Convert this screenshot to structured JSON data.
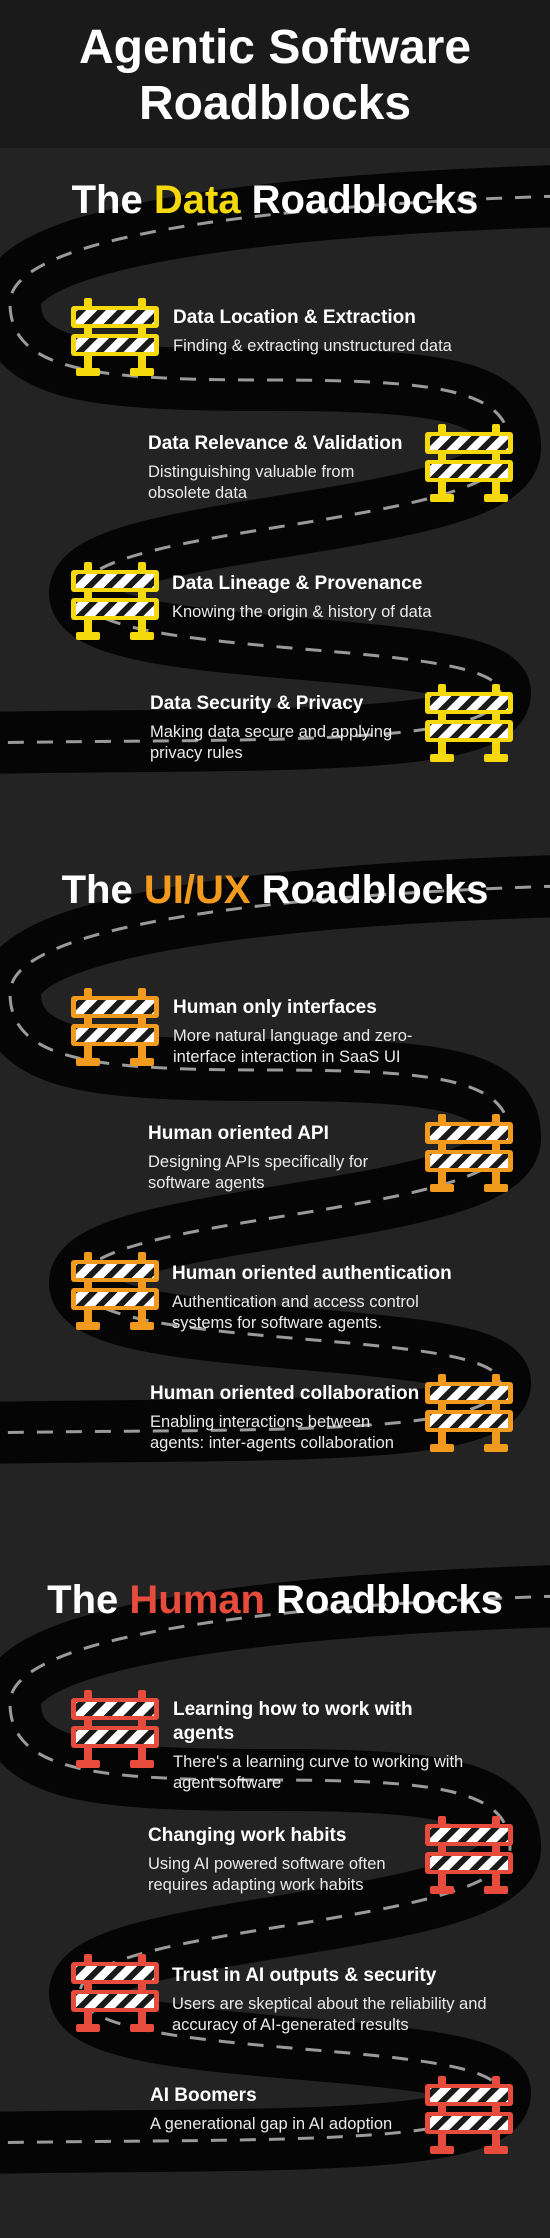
{
  "title": "Agentic Software Roadblocks",
  "sections": [
    {
      "name": "data",
      "title_prefix": "The ",
      "title_highlight": "Data",
      "title_suffix": " Roadblocks",
      "color": "#F5D90C",
      "items": [
        {
          "title": "Data Location & Extraction",
          "desc": "Finding & extracting unstructured data"
        },
        {
          "title": "Data Relevance & Validation",
          "desc": "Distinguishing valuable from obsolete data"
        },
        {
          "title": "Data Lineage & Provenance",
          "desc": "Knowing the origin & history of data"
        },
        {
          "title": "Data Security & Privacy",
          "desc": "Making data secure and applying privacy rules"
        }
      ]
    },
    {
      "name": "uiux",
      "title_prefix": "The ",
      "title_highlight": "UI/UX",
      "title_suffix": " Roadblocks",
      "color": "#F29A1E",
      "items": [
        {
          "title": "Human only interfaces",
          "desc": "More natural language and zero-interface interaction in SaaS UI"
        },
        {
          "title": "Human oriented API",
          "desc": "Designing APIs specifically for software agents"
        },
        {
          "title": "Human oriented authentication",
          "desc": "Authentication and access control systems for software agents."
        },
        {
          "title": "Human oriented collaboration",
          "desc": "Enabling interactions between agents: inter-agents collaboration"
        }
      ]
    },
    {
      "name": "human",
      "title_prefix": "The ",
      "title_highlight": "Human",
      "title_suffix": " Roadblocks",
      "color": "#E64B3C",
      "items": [
        {
          "title": "Learning how to work with agents",
          "desc": "There's a learning curve to working with agent software"
        },
        {
          "title": "Changing work habits",
          "desc": "Using AI powered software often requires adapting work habits"
        },
        {
          "title": "Trust in AI outputs & security",
          "desc": "Users are skeptical about the reliability and accuracy of AI-generated results"
        },
        {
          "title": "AI Boomers",
          "desc": "A generational gap in AI adoption"
        }
      ]
    }
  ]
}
